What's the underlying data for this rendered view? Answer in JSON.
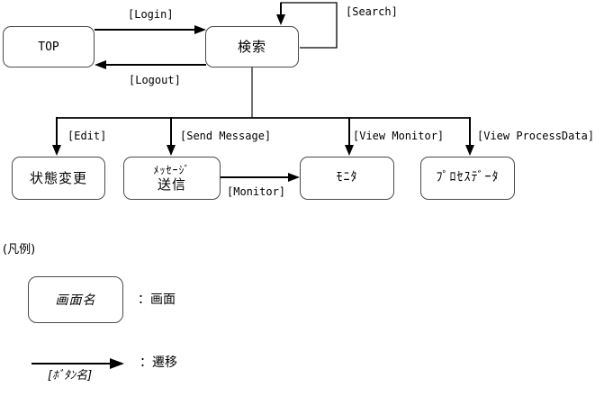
{
  "diagram": {
    "title_hint": "screen transition diagram",
    "nodes": {
      "top": {
        "label": "TOP"
      },
      "search": {
        "label": "検索"
      },
      "status_change": {
        "label": "状態変更"
      },
      "message_send": {
        "label_line1": "ﾒｯｾｰｼﾞ",
        "label_line2": "送信"
      },
      "monitor": {
        "label": "ﾓﾆﾀ"
      },
      "process_data": {
        "label": "ﾌﾟﾛｾｽﾃﾞｰﾀ"
      }
    },
    "edges": {
      "login": {
        "label": "[Login]"
      },
      "logout": {
        "label": "[Logout]"
      },
      "search_self": {
        "label": "[Search]"
      },
      "edit": {
        "label": "[Edit]"
      },
      "send_message": {
        "label": "[Send Message]"
      },
      "view_monitor": {
        "label": "[View Monitor]"
      },
      "view_processdata": {
        "label": "[View ProcessData]"
      },
      "monitor": {
        "label": "[Monitor]"
      }
    },
    "legend": {
      "title": "(凡例)",
      "box_label": "画面名",
      "box_meaning": "：画面",
      "arrow_label": "[ﾎﾞﾀﾝ名]",
      "arrow_meaning": "：遷移"
    },
    "colors": {
      "line": "#000000",
      "box_border": "#4a4a4a",
      "background": "#ffffff"
    }
  }
}
